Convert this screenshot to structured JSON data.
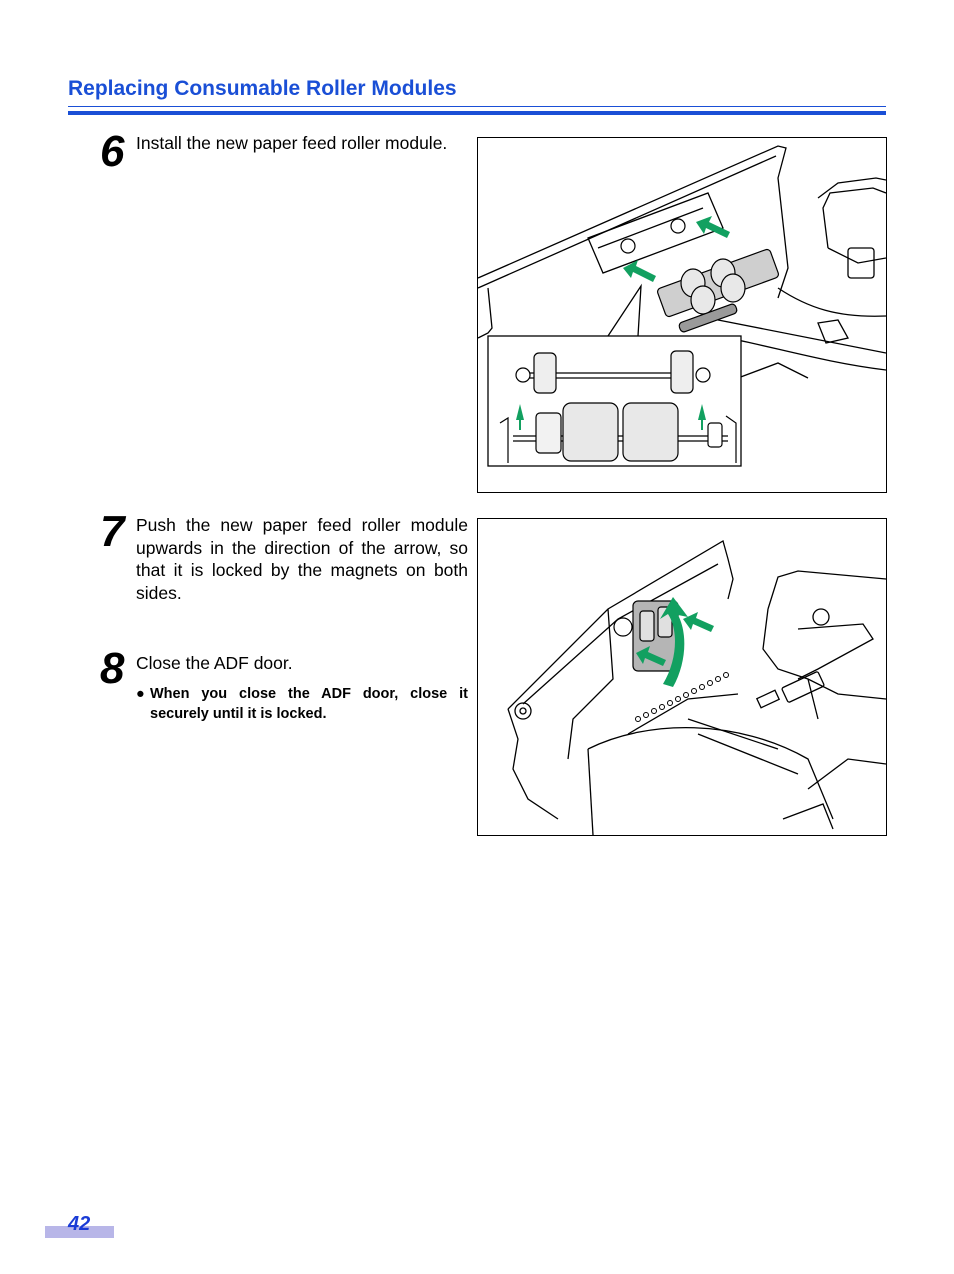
{
  "header": {
    "title": "Replacing Consumable Roller Modules"
  },
  "steps": [
    {
      "number": "6",
      "text": "Install the new paper feed roller module."
    },
    {
      "number": "7",
      "text": "Push the new paper feed roller module upwards in the direction of the arrow, so that it is locked by the magnets on both sides."
    },
    {
      "number": "8",
      "text": "Close the ADF door.",
      "note": "When you close the ADF door, close it securely until it is locked."
    }
  ],
  "footer": {
    "page_number": "42"
  },
  "colors": {
    "heading_blue": "#1a4fd6",
    "arrow_green": "#12a060",
    "page_tab": "#b8b6e8"
  }
}
